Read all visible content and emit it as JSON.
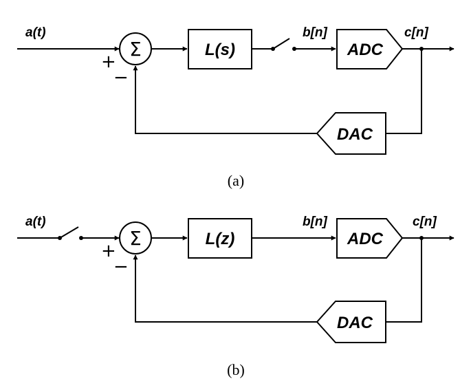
{
  "diagram_a": {
    "input_label": "a(t)",
    "sum_symbol": "Σ",
    "plus_sign": "+",
    "minus_sign": "−",
    "filter_label": "L(s)",
    "sampled_label": "b[n]",
    "adc_label": "ADC",
    "output_label": "c[n]",
    "dac_label": "DAC",
    "caption": "(a)"
  },
  "diagram_b": {
    "input_label": "a(t)",
    "sum_symbol": "Σ",
    "plus_sign": "+",
    "minus_sign": "−",
    "filter_label": "L(z)",
    "sampled_label": "b[n]",
    "adc_label": "ADC",
    "output_label": "c[n]",
    "dac_label": "DAC",
    "caption": "(b)"
  }
}
